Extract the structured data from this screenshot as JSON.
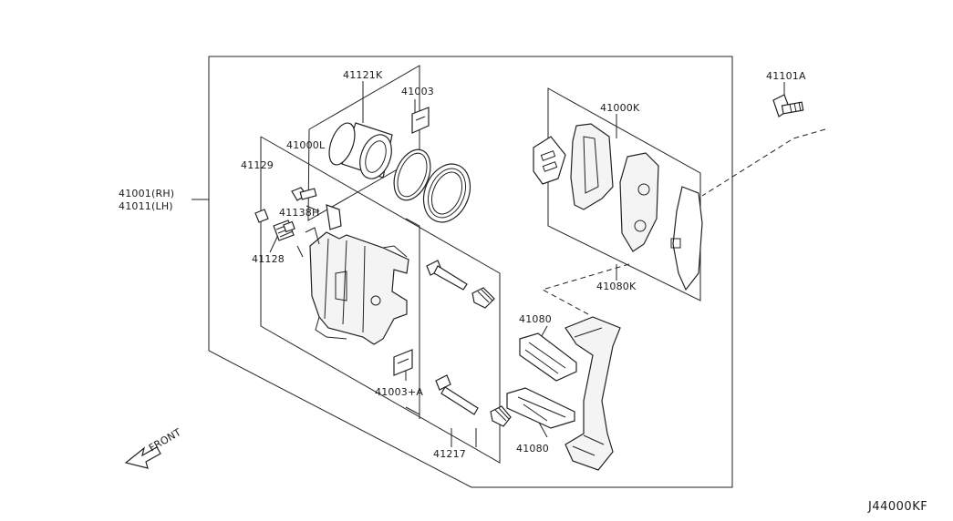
{
  "labels": {
    "p41121k": "41121K",
    "p41003": "41003",
    "p41000l": "41000L",
    "p41129": "41129",
    "p41138h": "41138H",
    "p41128": "41128",
    "p41001rh": "41001(RH)",
    "p41011lh": "41011(LH)",
    "p41000k": "41000K",
    "p41080k": "41080K",
    "p41101a": "41101A",
    "p41080_top": "41080",
    "p41080_bottom": "41080",
    "p41003a": "41003+A",
    "p41217": "41217",
    "front": "FRONT",
    "diagram_code": "J44000KF"
  }
}
